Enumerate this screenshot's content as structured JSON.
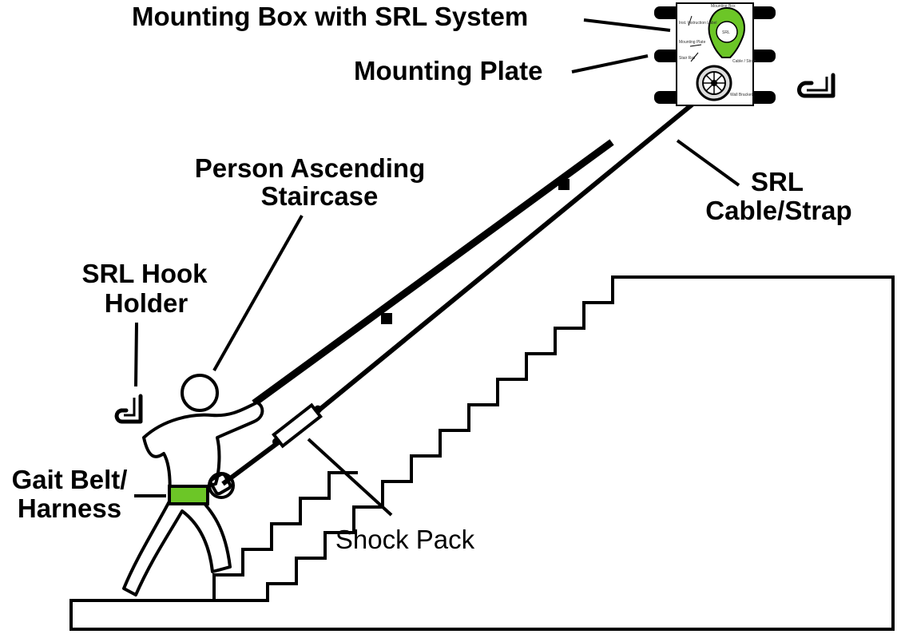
{
  "labels": {
    "mounting_box": "Mounting Box with SRL System",
    "mounting_plate": "Mounting Plate",
    "person_line1": "Person Ascending",
    "person_line2": "Staircase",
    "srl_cable_line1": "SRL",
    "srl_cable_line2": "Cable/Strap",
    "hook_holder_line1": "SRL Hook",
    "hook_holder_line2": "Holder",
    "gait_belt_line1": "Gait Belt/",
    "gait_belt_line2": "Harness",
    "shock_pack": "Shock Pack"
  },
  "box_labels": {
    "top": "Mounting Box",
    "srl": "SRL",
    "left1": "Inst. Instruction Label",
    "left2": "Mounting Plate",
    "left3": "Stair Rail",
    "right1": "Cable / Strap",
    "bottom": "Wall Bracket"
  },
  "colors": {
    "harness": "#6cc627",
    "srl_unit": "#6cc627",
    "line": "#000000"
  }
}
